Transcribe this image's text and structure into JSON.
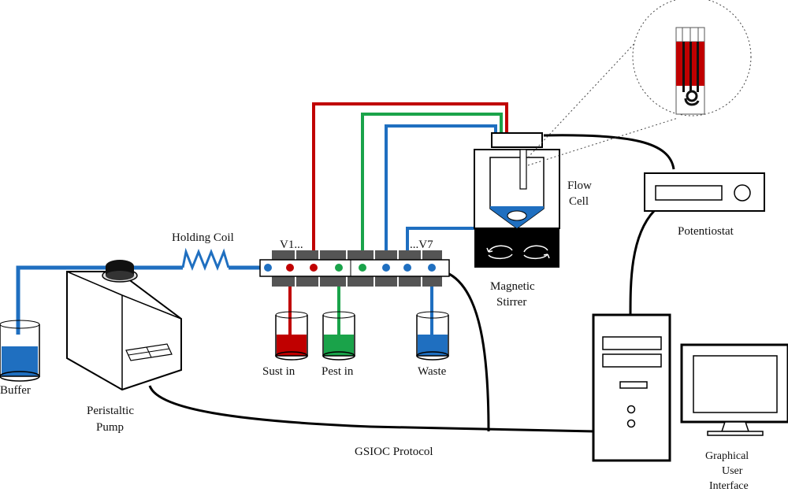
{
  "labels": {
    "holding_coil": "Holding Coil",
    "v1": "V1...",
    "v7": "...V7",
    "flow_cell_1": "Flow",
    "flow_cell_2": "Cell",
    "potentiostat": "Potentiostat",
    "magnetic_stirrer_1": "Magnetic",
    "magnetic_stirrer_2": "Stirrer",
    "buffer": "Buffer",
    "peristaltic_pump_1": "Peristaltic",
    "peristaltic_pump_2": "Pump",
    "sust_in": "Sust in",
    "pest_in": "Pest in",
    "waste": "Waste",
    "gsioc_protocol": "GSIOC Protocol",
    "gui_1": "Graphical",
    "gui_2": "User",
    "gui_3": "Interface"
  },
  "colors": {
    "blue_line": "#1f6fc0",
    "red_line": "#c00000",
    "green_line": "#1aa34a",
    "blue_liquid": "#1f6fc0",
    "red_liquid": "#c00000",
    "green_liquid": "#1aa34a",
    "stirrer_base": "#000000",
    "valve_block": "#555555"
  }
}
